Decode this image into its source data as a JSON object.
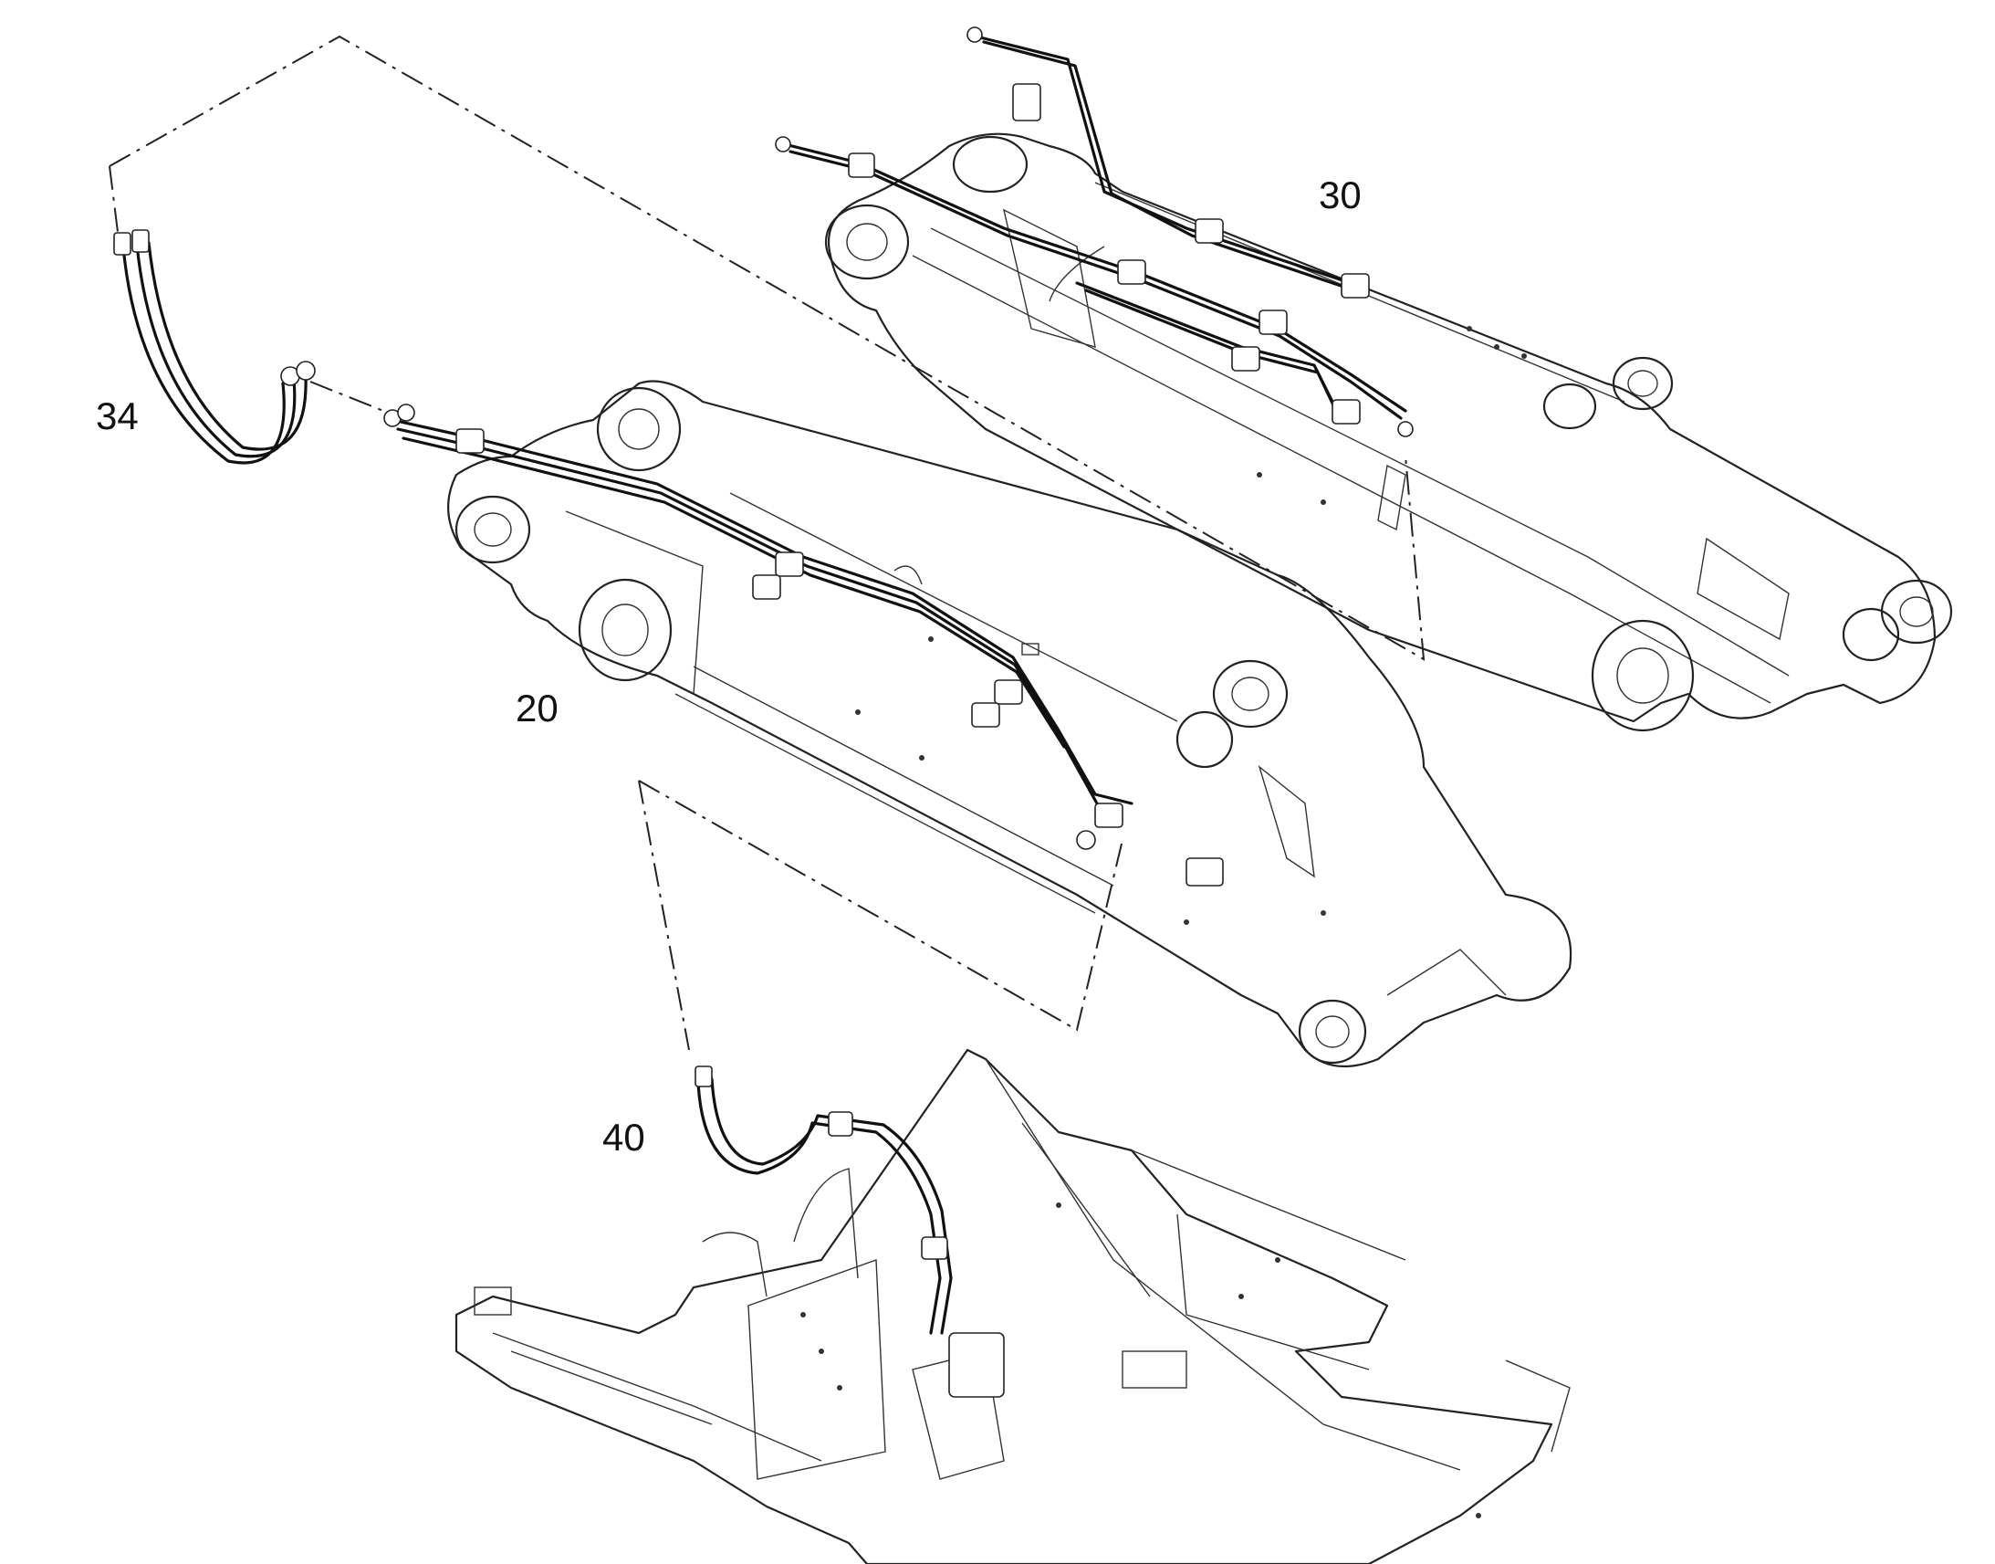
{
  "callouts": {
    "c30": "30",
    "c34": "34",
    "c20": "20",
    "c40": "40"
  }
}
